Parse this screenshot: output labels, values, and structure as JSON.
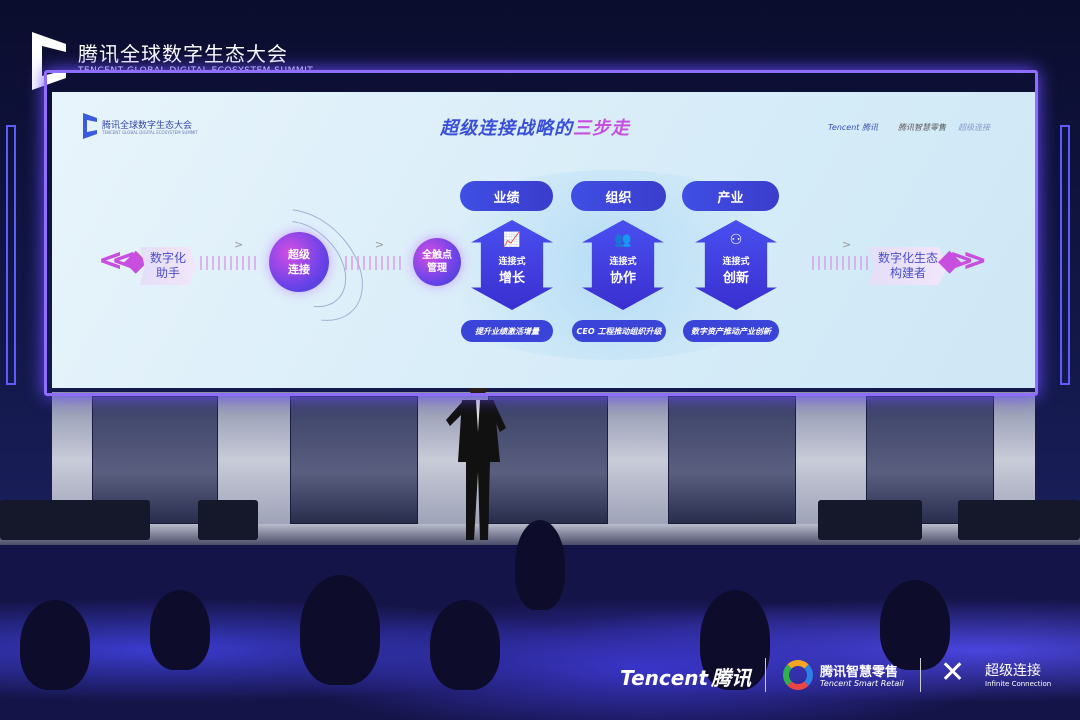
{
  "event": {
    "title": "腾讯全球数字生态大会",
    "subtitle": "TENCENT GLOBAL DIGITAL ECOSYSTEM SUMMIT"
  },
  "slide": {
    "logo_title": "腾讯全球数字生态大会",
    "logo_subtitle": "TENCENT GLOBAL DIGITAL ECOSYSTEM SUMMIT",
    "title_main": "超级连接战略的",
    "title_accent": "三步走",
    "top_logos": [
      "Tencent 腾讯",
      "腾讯智慧零售",
      "超级连接"
    ],
    "left_label": [
      "数字化",
      "助手"
    ],
    "hub": [
      "超级",
      "连接"
    ],
    "touch": [
      "全触点",
      "管理"
    ],
    "right_label": [
      "数字化生态",
      "构建者"
    ],
    "arrow": ">",
    "steps": [
      {
        "head": "业绩",
        "icon": "chart-line-icon",
        "glyph": "📈",
        "line1": "连接式",
        "line2": "增长",
        "foot": "提升业绩激活增量"
      },
      {
        "head": "组织",
        "icon": "org-people-icon",
        "glyph": "👥",
        "line1": "连接式",
        "line2": "协作",
        "foot": "CEO 工程推动组织升级"
      },
      {
        "head": "产业",
        "icon": "grid-circles-icon",
        "glyph": "⚇",
        "line1": "连接式",
        "line2": "创新",
        "foot": "数字资产推动产业创新"
      }
    ]
  },
  "footer": {
    "tencent": "Tencent",
    "tencent_cn": "腾讯",
    "retail_cn": "腾讯智慧零售",
    "retail_en": "Tencent Smart Retail",
    "infinite_cn": "超级连接",
    "infinite_en": "Infinite Connection"
  },
  "colors": {
    "accent": "#3a44d8",
    "pink": "#c84ee0",
    "frame": "#8f6dff"
  }
}
